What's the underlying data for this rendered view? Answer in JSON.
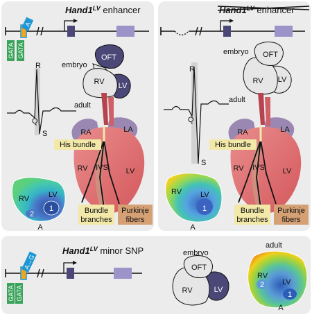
{
  "panel_a": {
    "title_gene": "Hand1",
    "title_sup": "LV",
    "title_rest": " enhancer",
    "motif_outer": "GATA",
    "motif_inner": "GATA",
    "motif_a": "A",
    "embryo_label": "embryo",
    "heart_small": {
      "oft": "OFT",
      "rv": "RV",
      "lv": "LV"
    },
    "ecg_label": "adult",
    "ecg_peaks": {
      "r": "R",
      "q": "Q",
      "s": "S"
    },
    "heart_big": {
      "ra": "RA",
      "la": "LA",
      "rv": "RV",
      "ivs": "IVS",
      "lv": "LV"
    },
    "callouts": {
      "his": "His bundle",
      "bundle1": "Bundle",
      "bundle2": "branches",
      "purk1": "Purkinje",
      "purk2": "fibers"
    },
    "map": {
      "rv": "RV",
      "lv": "LV",
      "n2": "2",
      "n1": "1",
      "a": "A"
    }
  },
  "panel_b": {
    "title_gene": "Hand1",
    "title_sup": "LV",
    "title_rest": " enhancer",
    "embryo_label": "embryo",
    "heart_small": {
      "oft": "OFT",
      "rv": "RV",
      "lv": "LV"
    },
    "ecg_label": "adult",
    "ecg_peaks": {
      "r": "R",
      "q": "Q",
      "s": "S"
    },
    "heart_big": {
      "ra": "RA",
      "la": "LA",
      "rv": "RV",
      "ivs": "IVS",
      "lv": "LV"
    },
    "callouts": {
      "his": "His bundle",
      "bundle1": "Bundle",
      "bundle2": "branches",
      "purk1": "Purkinje",
      "purk2": "fibers"
    },
    "map": {
      "rv": "RV",
      "lv": "LV",
      "n1": "1",
      "a": "A"
    }
  },
  "panel_c": {
    "title_gene": "Hand1",
    "title_sup": "LV",
    "title_rest": " minor SNP",
    "motif_outer": "GATA",
    "motif_inner": "GATA",
    "motif_snp": "A→G",
    "embryo_label": "embryo",
    "adult_label": "adult",
    "heart_small": {
      "oft": "OFT",
      "rv": "RV",
      "lv": "LV"
    },
    "map": {
      "rv": "RV",
      "lv": "LV",
      "n2": "2",
      "n1": "1",
      "a": "A"
    }
  },
  "colors": {
    "panel_bg": "#ececec",
    "exon_dark": "#4b4777",
    "exon_light": "#9c94c8",
    "motif_green": "#3aa35a",
    "motif_orange": "#f2a71b",
    "motif_blue": "#1f97d4",
    "conduction": "#f2e8a8"
  }
}
